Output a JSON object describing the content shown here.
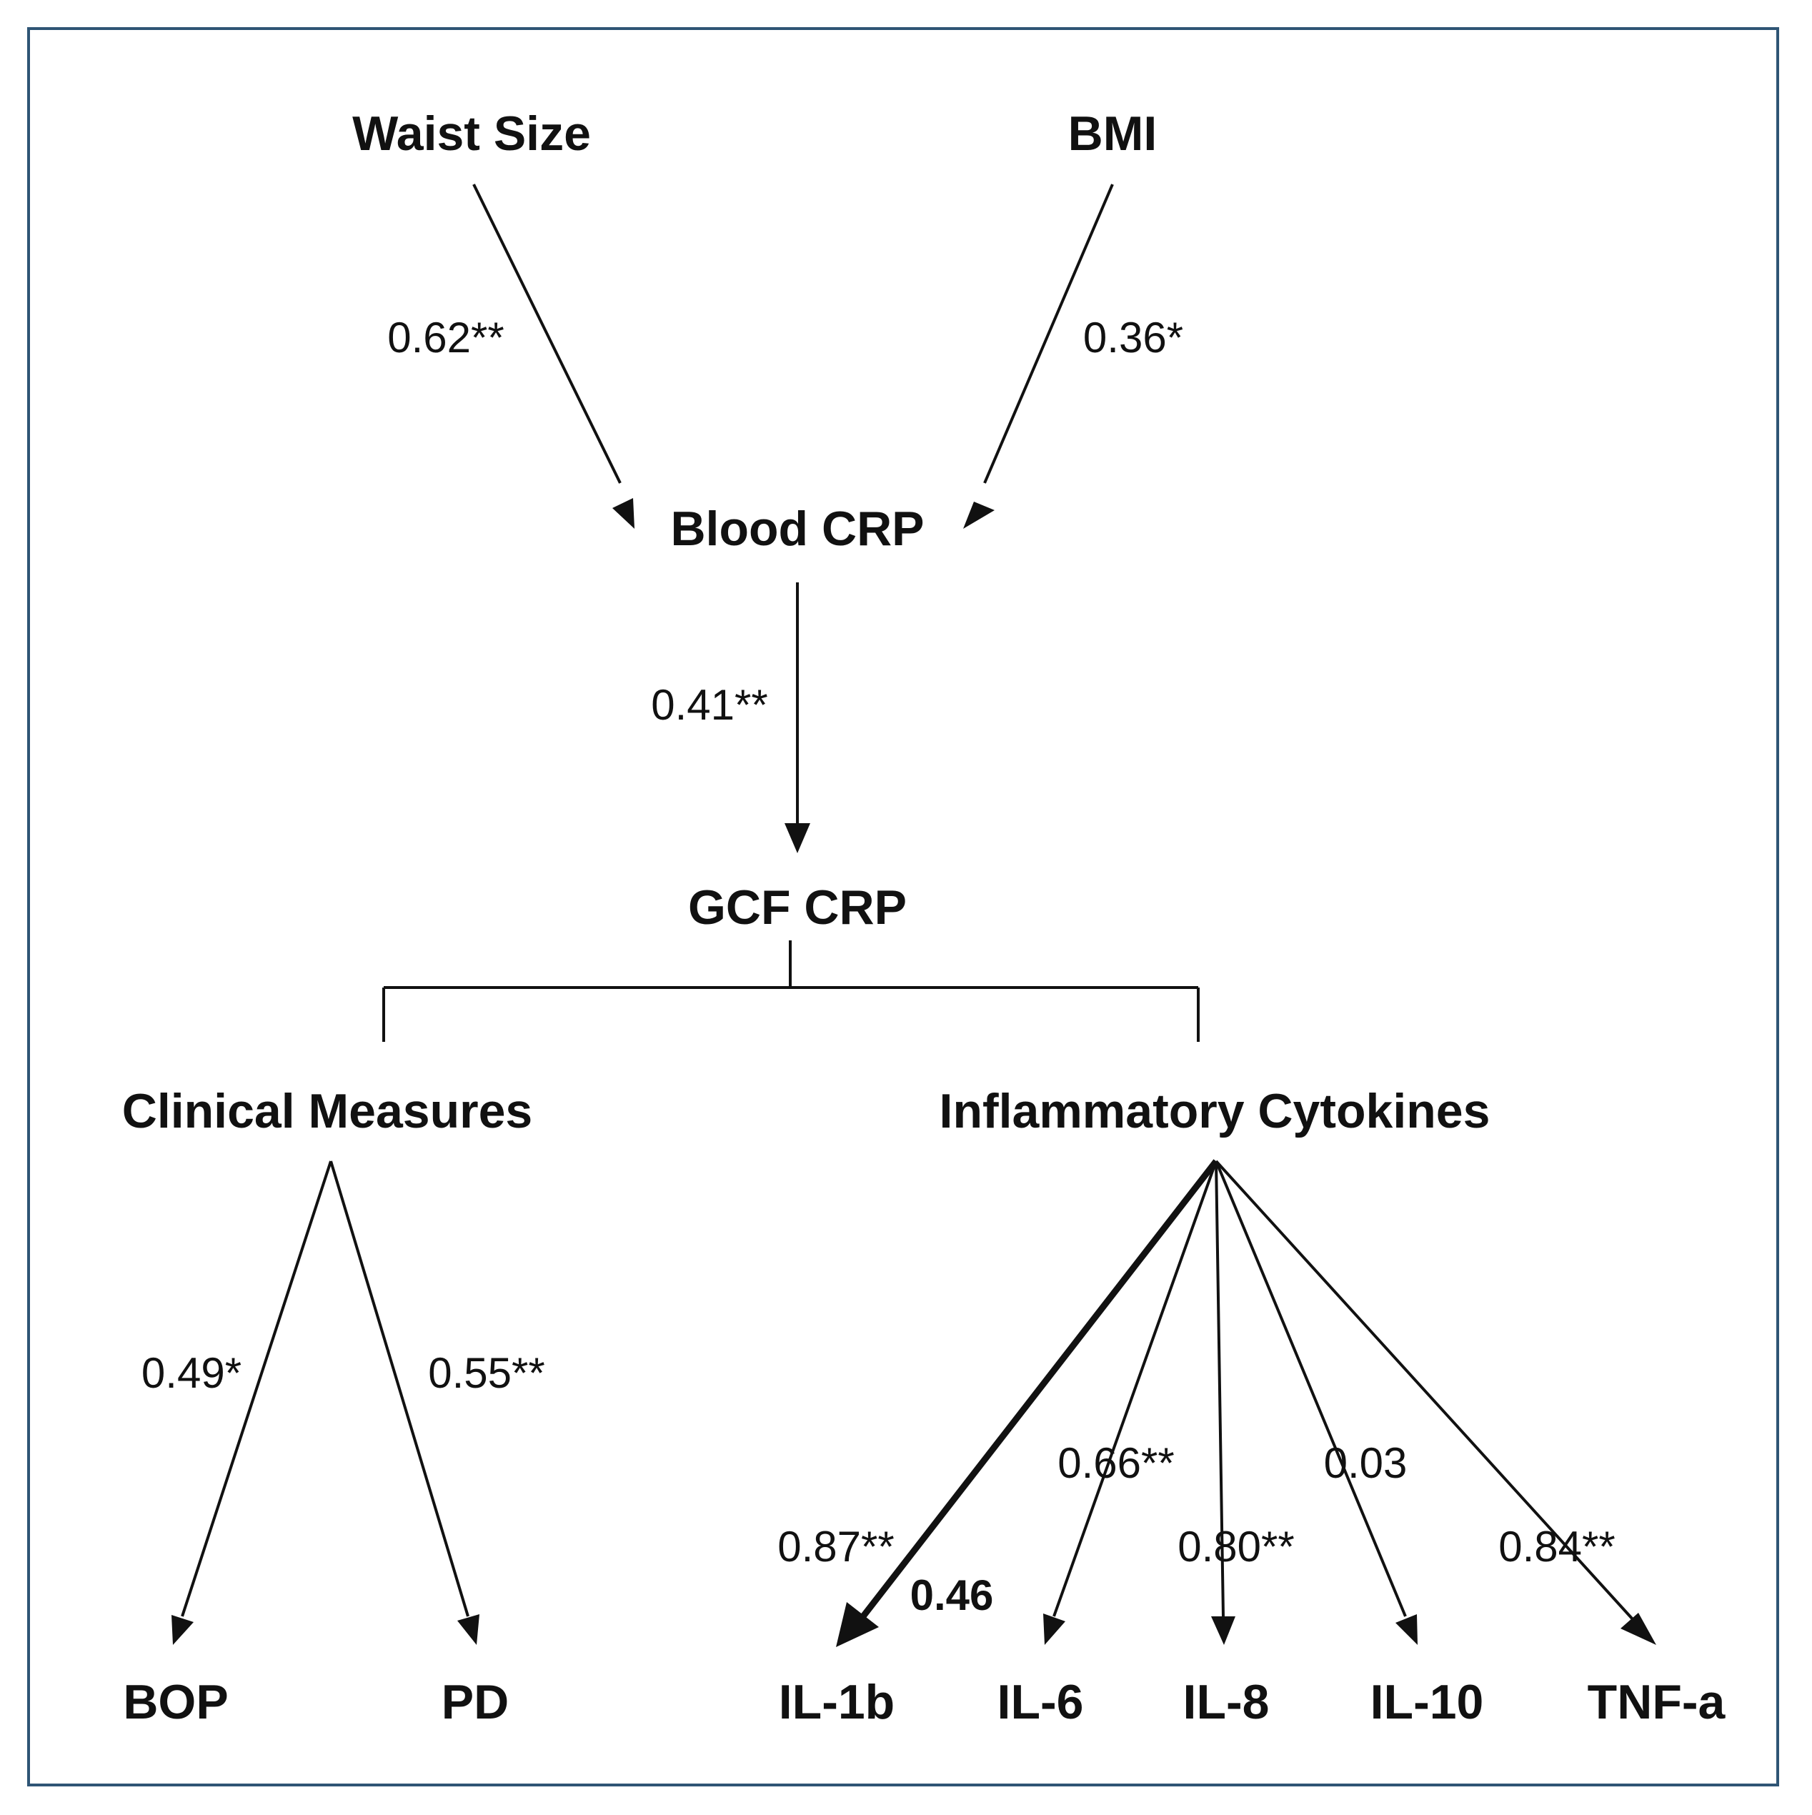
{
  "nodes": {
    "waist_size": "Waist Size",
    "bmi": "BMI",
    "blood_crp": "Blood CRP",
    "gcf_crp": "GCF CRP",
    "clinical_measures": "Clinical Measures",
    "inflammatory_cytokines": "Inflammatory Cytokines",
    "bop": "BOP",
    "pd": "PD",
    "il_1b": "IL-1b",
    "il_6": "IL-6",
    "il_8": "IL-8",
    "il_10": "IL-10",
    "tnf_a": "TNF-a"
  },
  "coefficients": {
    "waist_to_blood_crp": "0.62**",
    "bmi_to_blood_crp": "0.36*",
    "blood_crp_to_gcf_crp": "0.41**",
    "clinical_to_bop": "0.49*",
    "clinical_to_pd": "0.55**",
    "cytokines_to_il_1b": "0.87**",
    "cytokines_to_il_1b_bold": "0.46",
    "cytokines_to_il_6": "0.66**",
    "cytokines_to_il_8": "0.80**",
    "cytokines_to_il_10": "0.03",
    "cytokines_to_tnf_a": "0.84**"
  },
  "colors": {
    "border": "#2f5575",
    "text": "#111111",
    "arrow": "#111111"
  }
}
